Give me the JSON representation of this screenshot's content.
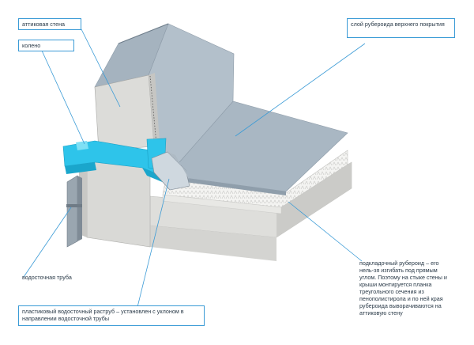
{
  "labels": {
    "attic_wall": "аттиковая стена",
    "elbow": "колено",
    "top_layer": "слой рубероида верхнего покрытия",
    "downpipe": "водосточная труба",
    "funnel": "пластиковый водосточный раструб – установлен с уклоном в направлении водосточной трубы",
    "underlay": "подкладочный рубероид – его нель-зя изгибать под прямым углом. Поэтому на стыке стены и крыши монтируется планка треугольного сечения из пенополистирола и по ней края рубероида выворачиваются на аттиковую стену"
  },
  "colors": {
    "callout_line": "#3b9bd6",
    "gutter": "#2ec4ea",
    "roof_membrane": "#a9b7c3",
    "concrete": "#d9d9d6",
    "insulation": "#f4f4f2"
  }
}
